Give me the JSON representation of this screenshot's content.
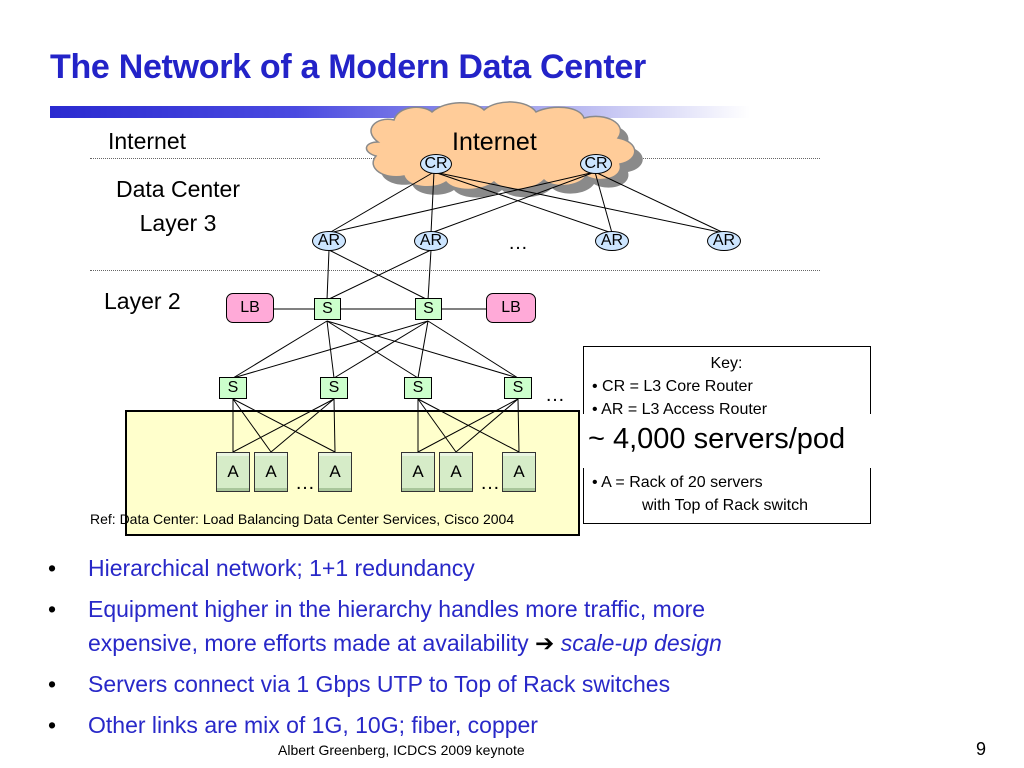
{
  "slide": {
    "title": "The Network of a Modern Data Center"
  },
  "diagram": {
    "zones": {
      "internet_label": "Internet",
      "layer3_label_line1": "Data Center",
      "layer3_label_line2": "Layer 3",
      "layer2_label": "Layer 2"
    },
    "cloud_label": "Internet",
    "core_routers": [
      "CR",
      "CR"
    ],
    "access_routers": [
      "AR",
      "AR",
      "AR",
      "AR"
    ],
    "ar_ellipsis": "…",
    "load_balancers": [
      "LB",
      "LB"
    ],
    "agg_switches": [
      "S",
      "S"
    ],
    "tor_switches": [
      "S",
      "S",
      "S",
      "S"
    ],
    "tor_ellipsis": "…",
    "racks": [
      "A",
      "A",
      "A",
      "A",
      "A",
      "A"
    ],
    "rack_ellipsis": [
      "…",
      "…"
    ],
    "pod_callout": "~ 4,000 servers/pod",
    "reference": "Ref: Data Center: Load Balancing Data Center Services, Cisco 2004",
    "key": {
      "heading": "Key:",
      "line1": "• CR = L3 Core Router",
      "line2": "• AR = L3 Access Router",
      "line3": "• A = Rack of 20 servers",
      "line4": "with Top of Rack switch"
    },
    "colors": {
      "router_fill": "#cce5ff",
      "switch_fill": "#ccffcc",
      "lb_fill": "#ffaad8",
      "rack_fill": "#d6ecc8",
      "pod_fill": "#ffffcc",
      "cloud_fill": "#ffcc99"
    }
  },
  "bullets": {
    "b1": "Hierarchical network; 1+1 redundancy",
    "b2_line1": "Equipment higher in the hierarchy handles more traffic, more",
    "b2_line2": "expensive, more efforts made at availability",
    "b2_arrow": "➔",
    "b2_emph": "scale-up design",
    "b3": "Servers connect via 1 Gbps UTP to Top of Rack switches",
    "b4": "Other links are mix of 1G, 10G; fiber, copper",
    "bullet_glyph": "•"
  },
  "footer": {
    "credit": "Albert Greenberg, ICDCS 2009 keynote",
    "page": "9"
  }
}
